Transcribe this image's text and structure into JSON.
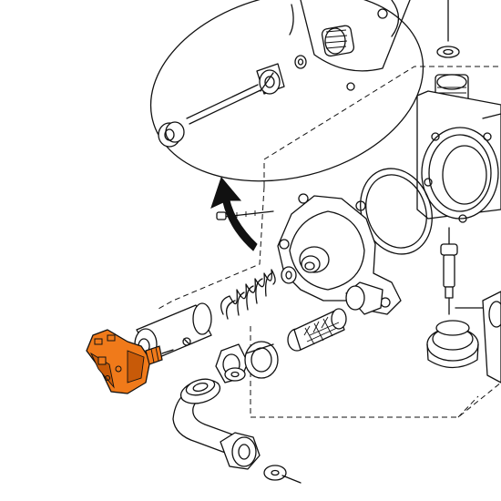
{
  "colors": {
    "line": "#111111",
    "highlight_part": "#f07a1a",
    "highlight_shade": "#c85a08",
    "arrow": "#111111",
    "background": "#ffffff"
  },
  "parts": [
    {
      "name": "microswitch",
      "highlighted": true
    },
    {
      "name": "valve-body"
    },
    {
      "name": "diaphragm-cover"
    },
    {
      "name": "gasket-ring"
    },
    {
      "name": "spring"
    },
    {
      "name": "strainer-filter"
    },
    {
      "name": "pipe-elbow"
    },
    {
      "name": "union-nut"
    },
    {
      "name": "sensor-probe"
    },
    {
      "name": "detail-callout-ellipse"
    }
  ],
  "icons": {
    "flow-arrow": "curved-arrow-up"
  }
}
